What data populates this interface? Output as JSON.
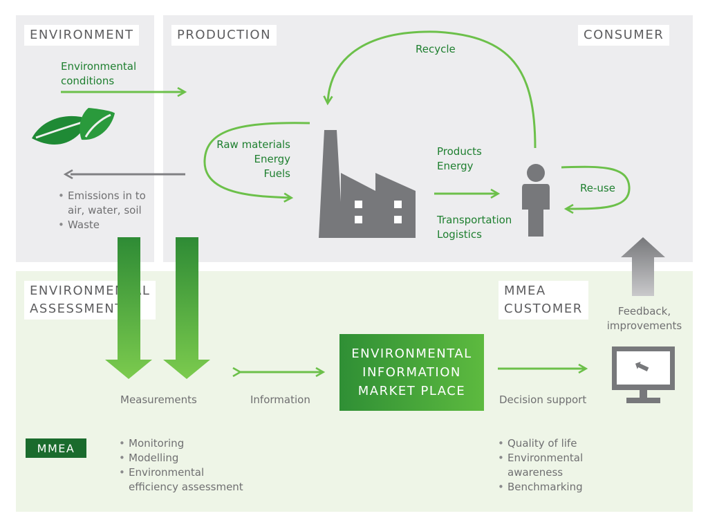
{
  "sections": {
    "environment": "ENVIRONMENT",
    "production": "PRODUCTION",
    "consumer": "CONSUMER",
    "environmental_assessment": [
      "ENVIRONMENTAL",
      "ASSESSMENT"
    ],
    "mmea_customer": [
      "MMEA",
      "CUSTOMER"
    ]
  },
  "labels": {
    "environmental_conditions": [
      "Environmental",
      "conditions"
    ],
    "recycle": "Recycle",
    "raw_materials": [
      "Raw materials",
      "Energy",
      "Fuels"
    ],
    "products_energy": [
      "Products",
      "Energy"
    ],
    "transportation": [
      "Transportation",
      "Logistics"
    ],
    "reuse": "Re-use",
    "feedback": [
      "Feedback,",
      "improvements"
    ],
    "measurements": "Measurements",
    "information": "Information",
    "decision_support": "Decision support",
    "market_place": [
      "ENVIRONMENTAL",
      "INFORMATION",
      "MARKET PLACE"
    ],
    "mmea_badge": "MMEA"
  },
  "lists": {
    "emissions": [
      "Emissions in to",
      "air, water, soil",
      "Waste"
    ],
    "measurements": [
      "Monitoring",
      "Modelling",
      "Environmental",
      "efficiency assessment"
    ],
    "decision": [
      "Quality of life",
      "Environmental",
      "awareness",
      "Benchmarking"
    ]
  },
  "colors": {
    "green_text": "#1e7f2f",
    "green_line": "#6cc04a",
    "gray_icon": "#77787b",
    "dark_green": "#1a6b2d"
  },
  "icons": [
    "leaf-icon",
    "factory-icon",
    "person-icon",
    "monitor-icon",
    "cursor-icon"
  ]
}
